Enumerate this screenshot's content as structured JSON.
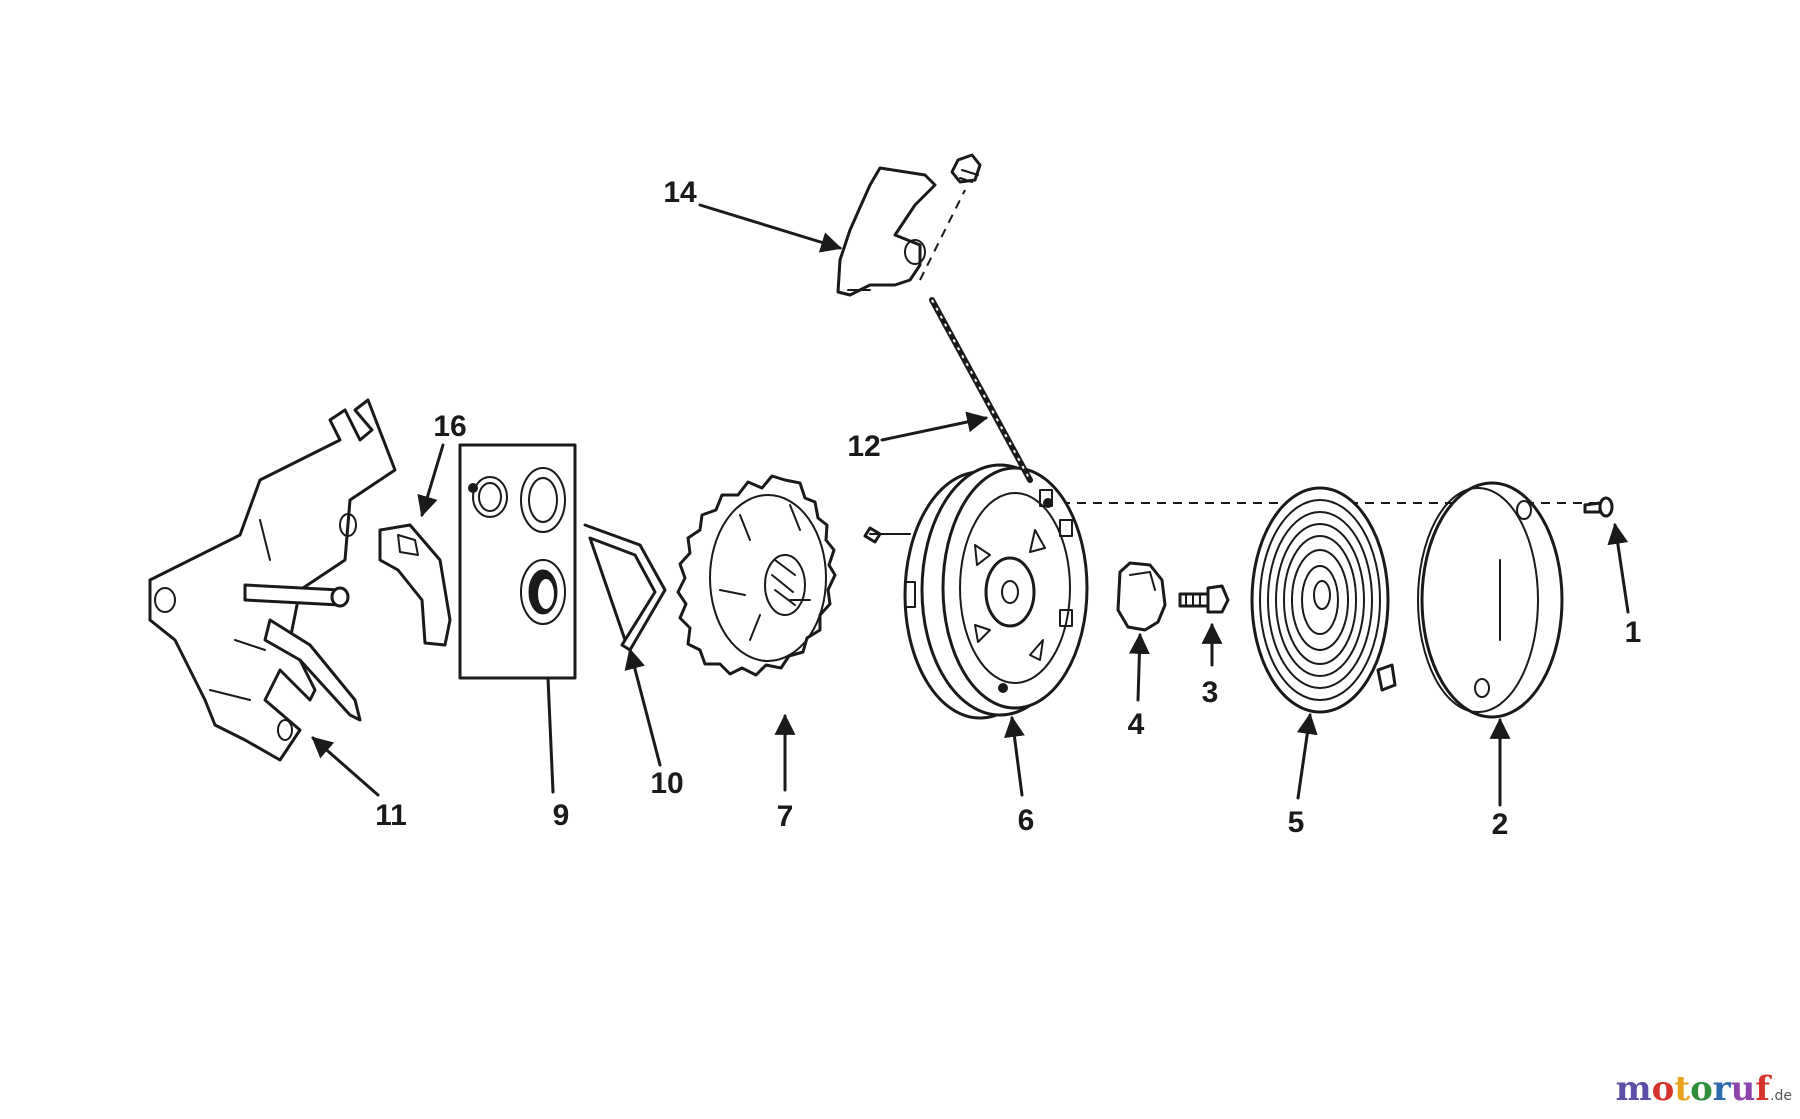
{
  "diagram": {
    "callouts": [
      {
        "id": "1",
        "label": "1"
      },
      {
        "id": "2",
        "label": "2"
      },
      {
        "id": "3",
        "label": "3"
      },
      {
        "id": "4",
        "label": "4"
      },
      {
        "id": "5",
        "label": "5"
      },
      {
        "id": "6",
        "label": "6"
      },
      {
        "id": "7",
        "label": "7"
      },
      {
        "id": "9",
        "label": "9"
      },
      {
        "id": "10",
        "label": "10"
      },
      {
        "id": "11",
        "label": "11"
      },
      {
        "id": "12",
        "label": "12"
      },
      {
        "id": "14",
        "label": "14"
      },
      {
        "id": "16",
        "label": "16"
      }
    ]
  },
  "watermark": {
    "text": "motoruf",
    "suffix": ".de",
    "colors": [
      "#5b4fa6",
      "#d6342a",
      "#e8a21c",
      "#2f8f3b",
      "#2b6cb0",
      "#8e44ad",
      "#d6342a"
    ]
  }
}
